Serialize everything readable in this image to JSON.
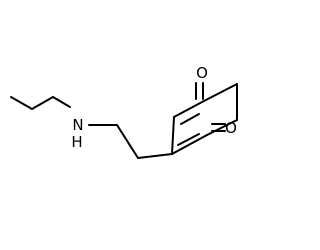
{
  "molecule": {
    "atoms": {
      "oxygen_top": "O",
      "oxygen_right": "O",
      "nitrogen": "N",
      "nitrogen_h": "H"
    },
    "colors": {
      "background": "#ffffff",
      "bond": "#000000",
      "label": "#000000"
    }
  }
}
